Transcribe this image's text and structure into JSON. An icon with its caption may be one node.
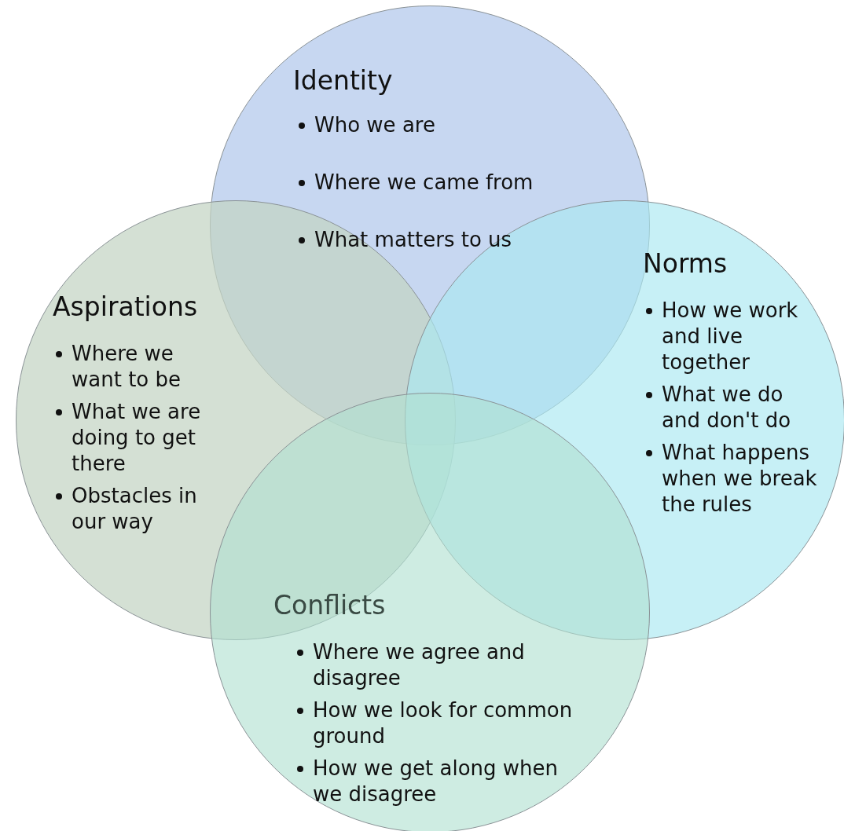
{
  "diagram": {
    "nodes": [
      {
        "text": [
          "Identity",
          "Who we are",
          "Where we came from",
          "What matters to us"
        ]
      },
      {
        "text": [
          "Aspirations",
          "Where we want to be",
          "What we are doing to get there",
          "Obstacles in our way"
        ]
      },
      {
        "text": [
          "Norms",
          "How we work and live together",
          "What we do and don't do",
          "What happens when we break the rules"
        ]
      },
      {
        "text": [
          "Conflicts",
          "Where we agree and disagree",
          "How we look for common ground",
          "How we get along when we disagree"
        ]
      }
    ]
  }
}
